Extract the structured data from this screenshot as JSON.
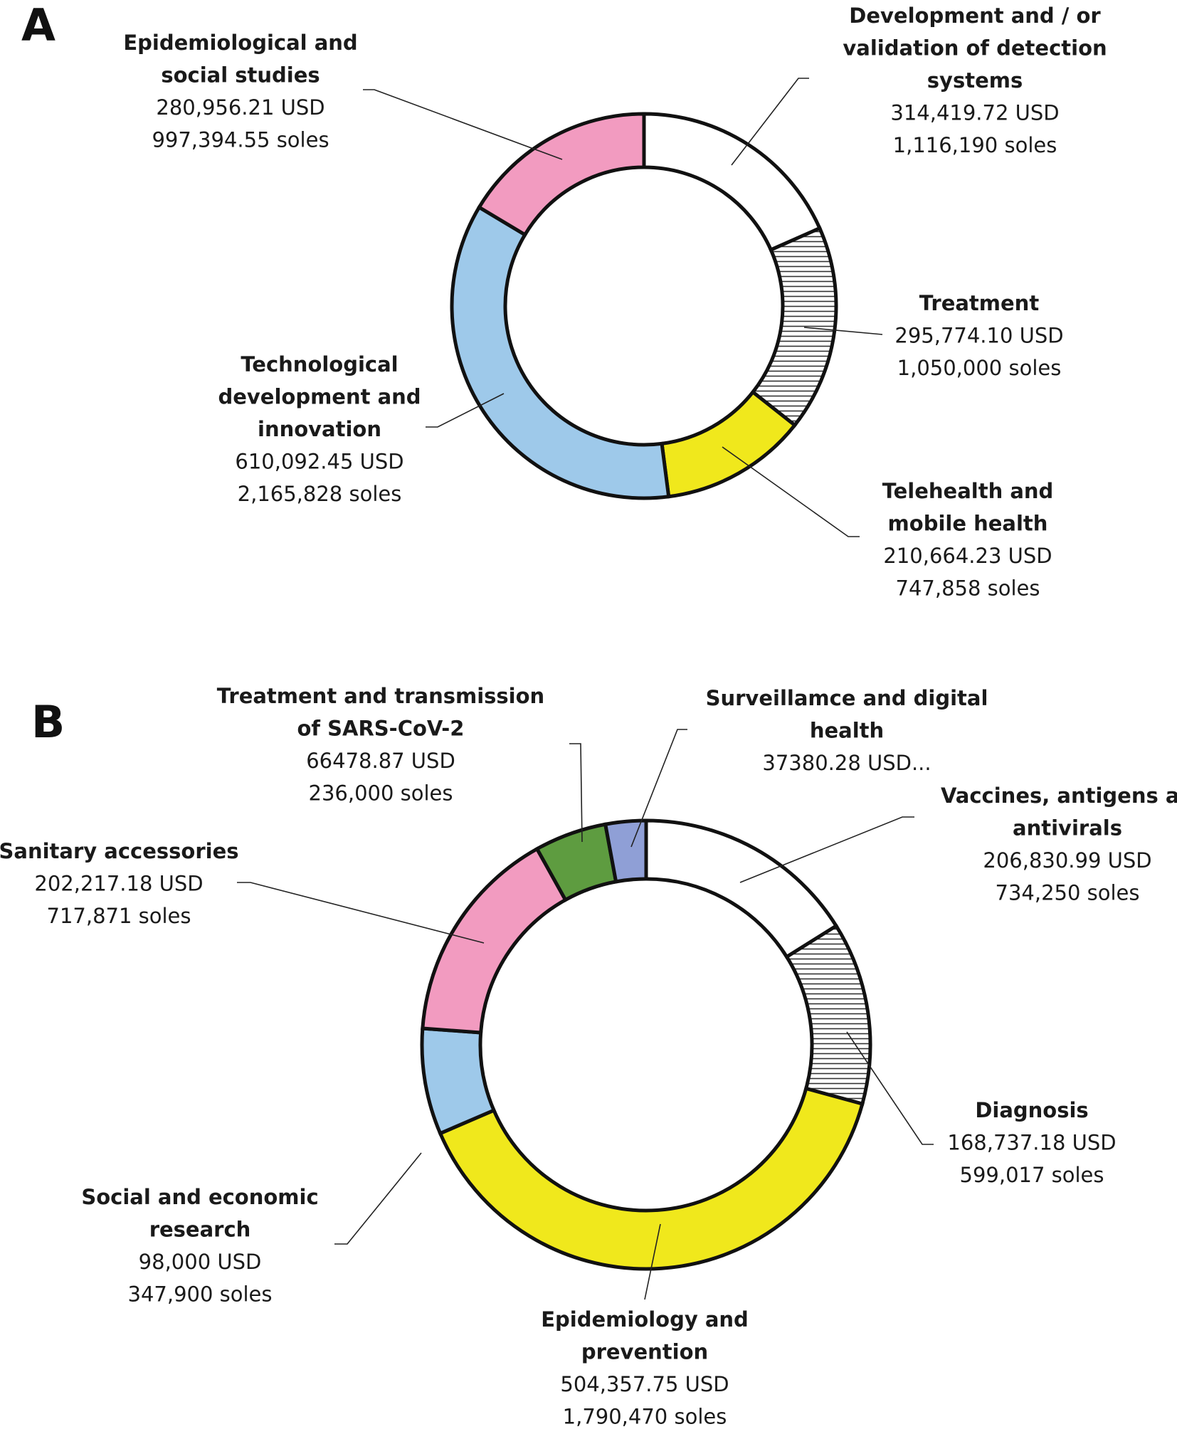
{
  "figure": {
    "panels": [
      "A",
      "B"
    ]
  },
  "chart_data": [
    {
      "type": "pie",
      "panel": "A",
      "series": [
        {
          "name": "Development and / or validation of detection systems",
          "label_lines": [
            "Development and / or",
            "validation of detection",
            "systems"
          ],
          "value_usd": 314419.72,
          "value_text": [
            "314,419.72 USD",
            "1,116,190 soles"
          ],
          "soles": 1116190,
          "fill": "white"
        },
        {
          "name": "Treatment",
          "label_lines": [
            "Treatment"
          ],
          "value_usd": 295774.1,
          "value_text": [
            "295,774.10 USD",
            "1,050,000 soles"
          ],
          "soles": 1050000,
          "fill": "hatch"
        },
        {
          "name": "Telehealth and mobile health",
          "label_lines": [
            "Telehealth and",
            "mobile health"
          ],
          "value_usd": 210664.23,
          "value_text": [
            "210,664.23 USD",
            "747,858 soles"
          ],
          "soles": 747858,
          "fill": "#f0e81c"
        },
        {
          "name": "Technological development and innovation",
          "label_lines": [
            "Technological",
            "development and",
            "innovation"
          ],
          "value_usd": 610092.45,
          "value_text": [
            "610,092.45 USD",
            "2,165,828 soles"
          ],
          "soles": 2165828,
          "fill": "#9ec9ea"
        },
        {
          "name": "Epidemiological and social studies",
          "label_lines": [
            "Epidemiological and",
            "social studies"
          ],
          "value_usd": 280956.21,
          "value_text": [
            "280,956.21 USD",
            "997,394.55 soles"
          ],
          "soles": 997394.55,
          "fill": "#f29bc0"
        }
      ]
    },
    {
      "type": "pie",
      "panel": "B",
      "series": [
        {
          "name": "Vaccines, antigens an antivirals",
          "label_lines": [
            "Vaccines, antigens an",
            "antivirals"
          ],
          "value_usd": 206830.99,
          "value_text": [
            "206,830.99 USD",
            "734,250 soles"
          ],
          "soles": 734250,
          "fill": "white"
        },
        {
          "name": "Diagnosis",
          "label_lines": [
            "Diagnosis"
          ],
          "value_usd": 168737.18,
          "value_text": [
            "168,737.18 USD",
            "599,017  soles"
          ],
          "soles": 599017,
          "fill": "hatch"
        },
        {
          "name": "Epidemiology and prevention",
          "label_lines": [
            "Epidemiology and",
            "prevention"
          ],
          "value_usd": 504357.75,
          "value_text": [
            "504,357.75 USD",
            "1,790,470 soles"
          ],
          "soles": 1790470,
          "fill": "#f0e81c"
        },
        {
          "name": "Social and economic research",
          "label_lines": [
            "Social and economic",
            "research"
          ],
          "value_usd": 98000,
          "value_text": [
            "98,000 USD",
            "347,900 soles"
          ],
          "soles": 347900,
          "fill": "#9ec9ea"
        },
        {
          "name": "Sanitary accessories",
          "label_lines": [
            "Sanitary accessories"
          ],
          "value_usd": 202217.18,
          "value_text": [
            "202,217.18 USD",
            "717,871 soles"
          ],
          "soles": 717871,
          "fill": "#f29bc0"
        },
        {
          "name": "Treatment and transmission of SARS-CoV-2",
          "label_lines": [
            "Treatment and transmission",
            "of SARS-CoV-2"
          ],
          "value_usd": 66478.87,
          "value_text": [
            "66478.87 USD",
            "236,000 soles"
          ],
          "soles": 236000,
          "fill": "#5e9c40"
        },
        {
          "name": "Surveillamce and digital health",
          "label_lines": [
            "Surveillamce and digital",
            "health"
          ],
          "value_usd": 37380.28,
          "value_text": [
            "37380.28 USD..."
          ],
          "fill": "#8f9fd6"
        }
      ]
    }
  ]
}
